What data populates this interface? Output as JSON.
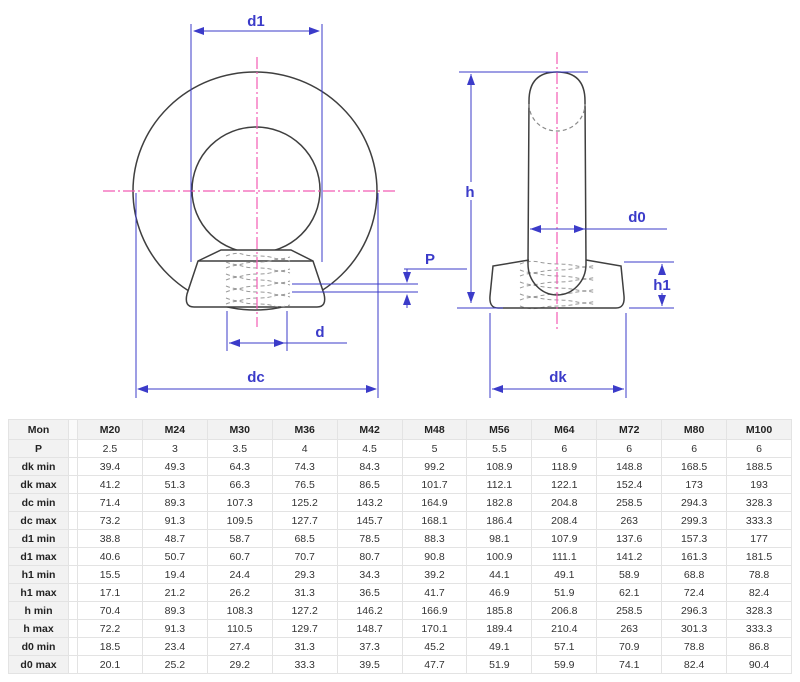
{
  "drawing": {
    "title": "eye-nut-technical-drawing",
    "front_view": {
      "labels": {
        "d1": "d1",
        "dc": "dc",
        "d": "d",
        "P": "P"
      }
    },
    "side_view": {
      "labels": {
        "h": "h",
        "d0": "d0",
        "h1": "h1",
        "dk": "dk"
      }
    },
    "colors": {
      "dimension": "#3b3bc9",
      "centerline": "#f25cb5",
      "outline": "#3f3f3f",
      "thread": "#999999"
    }
  },
  "table": {
    "columns": [
      "Mon",
      "M20",
      "M24",
      "M30",
      "M36",
      "M42",
      "M48",
      "M56",
      "M64",
      "M72",
      "M80",
      "M100"
    ],
    "rows": [
      {
        "label": "P",
        "values": [
          "2.5",
          "3",
          "3.5",
          "4",
          "4.5",
          "5",
          "5.5",
          "6",
          "6",
          "6",
          "6"
        ]
      },
      {
        "label": "dk min",
        "values": [
          "39.4",
          "49.3",
          "64.3",
          "74.3",
          "84.3",
          "99.2",
          "108.9",
          "118.9",
          "148.8",
          "168.5",
          "188.5"
        ]
      },
      {
        "label": "dk max",
        "values": [
          "41.2",
          "51.3",
          "66.3",
          "76.5",
          "86.5",
          "101.7",
          "112.1",
          "122.1",
          "152.4",
          "173",
          "193"
        ]
      },
      {
        "label": "dc min",
        "values": [
          "71.4",
          "89.3",
          "107.3",
          "125.2",
          "143.2",
          "164.9",
          "182.8",
          "204.8",
          "258.5",
          "294.3",
          "328.3"
        ]
      },
      {
        "label": "dc max",
        "values": [
          "73.2",
          "91.3",
          "109.5",
          "127.7",
          "145.7",
          "168.1",
          "186.4",
          "208.4",
          "263",
          "299.3",
          "333.3"
        ]
      },
      {
        "label": "d1 min",
        "values": [
          "38.8",
          "48.7",
          "58.7",
          "68.5",
          "78.5",
          "88.3",
          "98.1",
          "107.9",
          "137.6",
          "157.3",
          "177"
        ]
      },
      {
        "label": "d1 max",
        "values": [
          "40.6",
          "50.7",
          "60.7",
          "70.7",
          "80.7",
          "90.8",
          "100.9",
          "111.1",
          "141.2",
          "161.3",
          "181.5"
        ]
      },
      {
        "label": "h1 min",
        "values": [
          "15.5",
          "19.4",
          "24.4",
          "29.3",
          "34.3",
          "39.2",
          "44.1",
          "49.1",
          "58.9",
          "68.8",
          "78.8"
        ]
      },
      {
        "label": "h1 max",
        "values": [
          "17.1",
          "21.2",
          "26.2",
          "31.3",
          "36.5",
          "41.7",
          "46.9",
          "51.9",
          "62.1",
          "72.4",
          "82.4"
        ]
      },
      {
        "label": "h min",
        "values": [
          "70.4",
          "89.3",
          "108.3",
          "127.2",
          "146.2",
          "166.9",
          "185.8",
          "206.8",
          "258.5",
          "296.3",
          "328.3"
        ]
      },
      {
        "label": "h max",
        "values": [
          "72.2",
          "91.3",
          "110.5",
          "129.7",
          "148.7",
          "170.1",
          "189.4",
          "210.4",
          "263",
          "301.3",
          "333.3"
        ]
      },
      {
        "label": "d0 min",
        "values": [
          "18.5",
          "23.4",
          "27.4",
          "31.3",
          "37.3",
          "45.2",
          "49.1",
          "57.1",
          "70.9",
          "78.8",
          "86.8"
        ]
      },
      {
        "label": "d0 max",
        "values": [
          "20.1",
          "25.2",
          "29.2",
          "33.3",
          "39.5",
          "47.7",
          "51.9",
          "59.9",
          "74.1",
          "82.4",
          "90.4"
        ]
      }
    ]
  }
}
